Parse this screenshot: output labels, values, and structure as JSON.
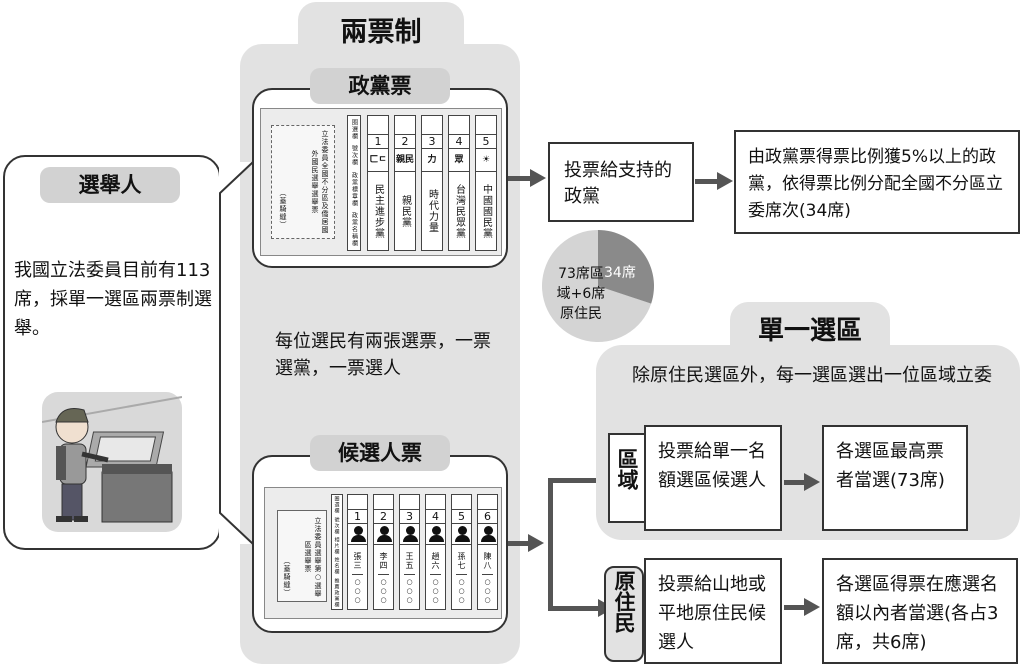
{
  "main_title": "兩票制",
  "voter": {
    "tag": "選舉人",
    "text": "我國立法委員目前有113席，採單一選區兩票制選舉。"
  },
  "party_vote": {
    "tag": "政黨票",
    "ballot_note": "立法委員全國不分區及僑居國外國民選舉選舉票",
    "stamp_hint": "（蓋騎縫）",
    "header_labels": [
      "圈選欄",
      "號次欄",
      "政黨標章欄",
      "政黨名稱欄"
    ],
    "parties": [
      {
        "num": "1",
        "logo": "ㄈㄷ",
        "name": "民主進步黨"
      },
      {
        "num": "2",
        "logo": "親民",
        "name": "親民黨"
      },
      {
        "num": "3",
        "logo": "力",
        "name": "時代力量"
      },
      {
        "num": "4",
        "logo": "眾",
        "name": "台灣民眾黨"
      },
      {
        "num": "5",
        "logo": "☀",
        "name": "中國國民黨"
      }
    ]
  },
  "middle_text": "每位選民有兩張選票，一票選黨，一票選人",
  "candidate_vote": {
    "tag": "候選人票",
    "ballot_note": "立法委員選舉第○選舉區選舉票",
    "stamp_hint": "（蓋騎縫）",
    "header_labels": [
      "圈選欄",
      "號次欄",
      "相片欄",
      "姓名欄",
      "推薦政黨欄"
    ],
    "candidates": [
      {
        "num": "1",
        "name": "張三",
        "party": "○○○"
      },
      {
        "num": "2",
        "name": "李四",
        "party": "○○○"
      },
      {
        "num": "3",
        "name": "王五",
        "party": "○○○"
      },
      {
        "num": "4",
        "name": "趙六",
        "party": "○○○"
      },
      {
        "num": "5",
        "name": "孫七",
        "party": "○○○"
      },
      {
        "num": "6",
        "name": "陳八",
        "party": "○○○"
      }
    ]
  },
  "vote_party_box": "投票給支持的政黨",
  "party_result_box": "由政黨票得票比例獲5%以上的政黨，依得票比例分配全國不分區立委席次(34席)",
  "pie": {
    "label_small": "34席",
    "label_large": "73席區域+6席原住民",
    "colors": {
      "small": "#8a8a8a",
      "large": "#d4d4d4"
    }
  },
  "chart_data": {
    "type": "pie",
    "categories": [
      "34席",
      "73席區域+6席原住民"
    ],
    "values": [
      34,
      79
    ]
  },
  "single_district": {
    "title": "單一選區",
    "desc": "除原住民選區外，每一選區選出一位區域立委"
  },
  "regional": {
    "label": "區域",
    "vote_box": "投票給單一名額選區候選人",
    "result_box": "各選區最高票者當選(73席)"
  },
  "indigenous": {
    "label": "原住民",
    "vote_box": "投票給山地或平地原住民候選人",
    "result_box": "各選區得票在應選名額以內者當選(各占3席，共6席)"
  }
}
